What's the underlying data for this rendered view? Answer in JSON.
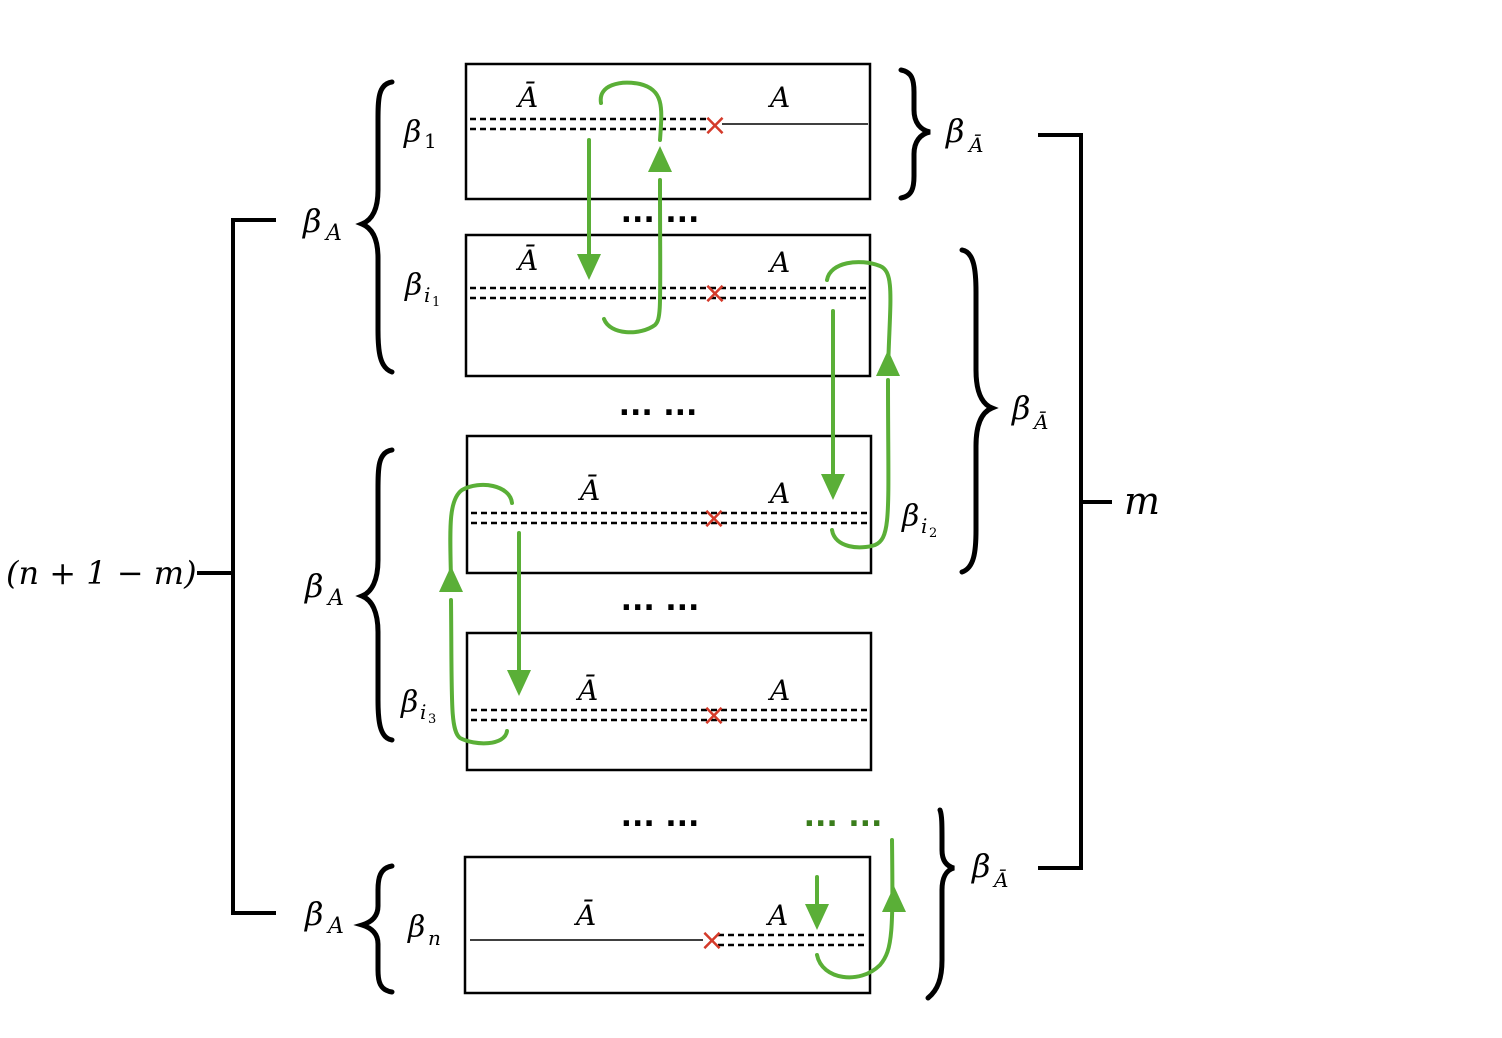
{
  "colors": {
    "ink": "#000000",
    "arrow": "#5aaf37",
    "green_dots": "#3a7d1c",
    "cut_mark": "#d43a2a"
  },
  "labels": {
    "region_A": "A",
    "region_Abar": "Ā",
    "cut_symbol": "×"
  },
  "rows": [
    {
      "beta": "β",
      "sub": "1",
      "subsub": ""
    },
    {
      "beta": "β",
      "sub": "i",
      "subsub": "1"
    },
    {
      "beta": "β",
      "sub": "i",
      "subsub": "2"
    },
    {
      "beta": "β",
      "sub": "i",
      "subsub": "3"
    },
    {
      "beta": "β",
      "sub": "n",
      "subsub": ""
    }
  ],
  "left_braces": [
    {
      "beta": "β",
      "sub": "A"
    },
    {
      "beta": "β",
      "sub": "A"
    },
    {
      "beta": "β",
      "sub": "A"
    }
  ],
  "right_braces": [
    {
      "beta": "β",
      "sub": "Ā"
    },
    {
      "beta": "β",
      "sub": "Ā"
    },
    {
      "beta": "β",
      "sub": "Ā"
    }
  ],
  "outer_left_label": "(n + 1 − m)",
  "outer_right_label": "m",
  "ellipsis": "... ...",
  "icons": {
    "arrow": "down-up-arrow-icon",
    "cut": "cross-mark-icon"
  }
}
